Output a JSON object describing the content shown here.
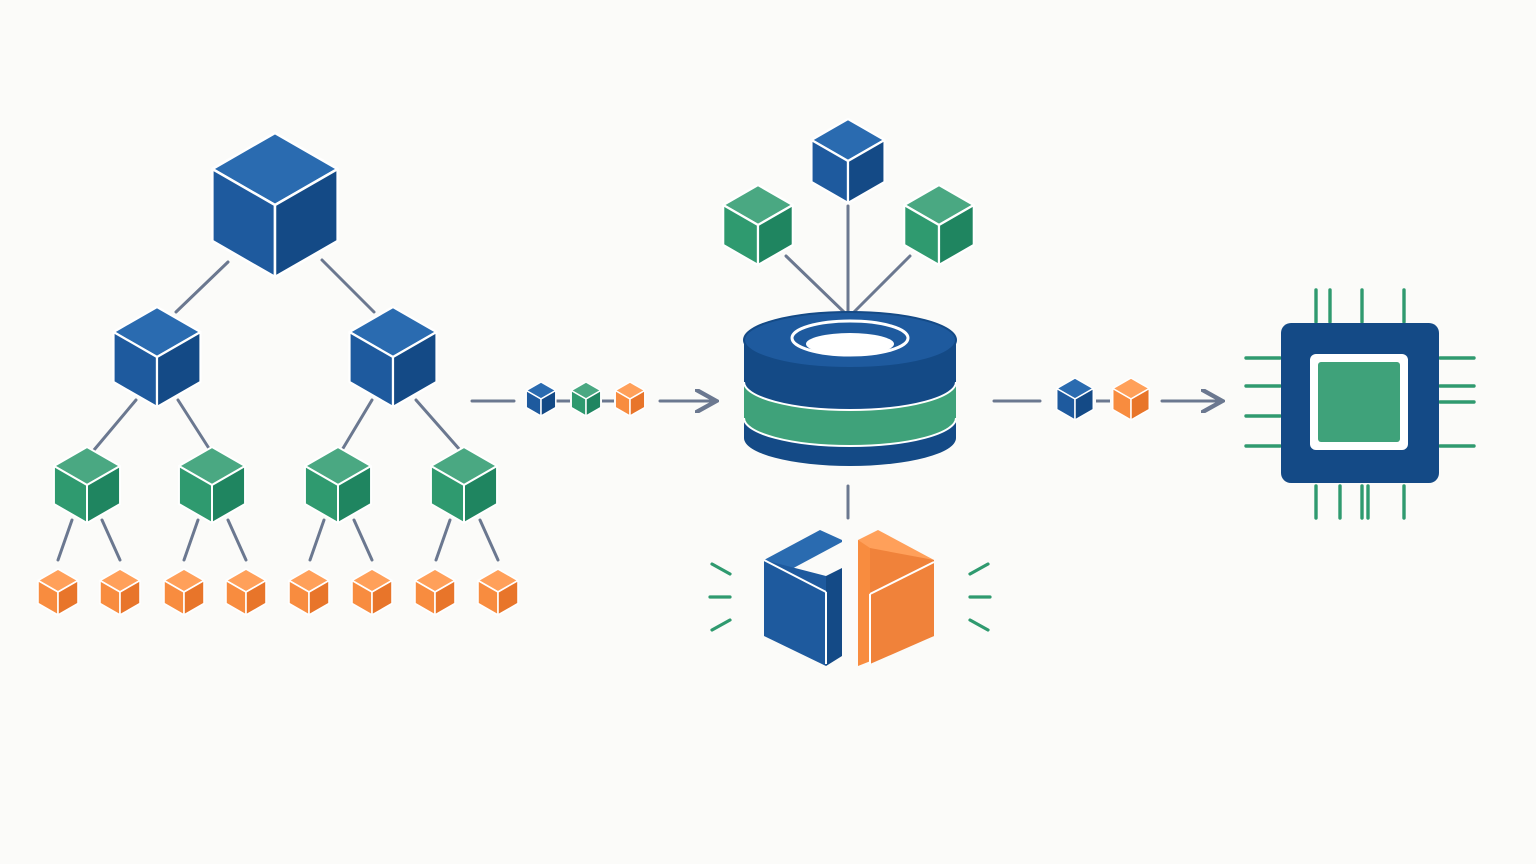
{
  "colors": {
    "background": "#fbfbf9",
    "blue_top": "#2a6bb0",
    "blue_left": "#1e5a9e",
    "blue_right": "#144a86",
    "green_top": "#4aa882",
    "green_left": "#2f9a6f",
    "green_right": "#1f8560",
    "orange_top": "#ffa05a",
    "orange_left": "#f88c3f",
    "orange_right": "#e8752a",
    "connector": "#6b7890",
    "outline": "#ffffff"
  },
  "diagram": {
    "stages": [
      {
        "name": "hierarchy-tree",
        "levels": [
          "blue",
          "blue",
          "green",
          "orange"
        ]
      },
      {
        "name": "data-store-hub",
        "inputs": [
          "green",
          "blue",
          "green"
        ],
        "output": "split-blue-orange-block"
      },
      {
        "name": "processor-chip"
      }
    ],
    "flows": [
      {
        "from": "hierarchy-tree",
        "to": "data-store-hub",
        "tokens": [
          "blue",
          "green",
          "orange"
        ]
      },
      {
        "from": "data-store-hub",
        "to": "processor-chip",
        "tokens": [
          "blue",
          "orange"
        ]
      }
    ]
  }
}
